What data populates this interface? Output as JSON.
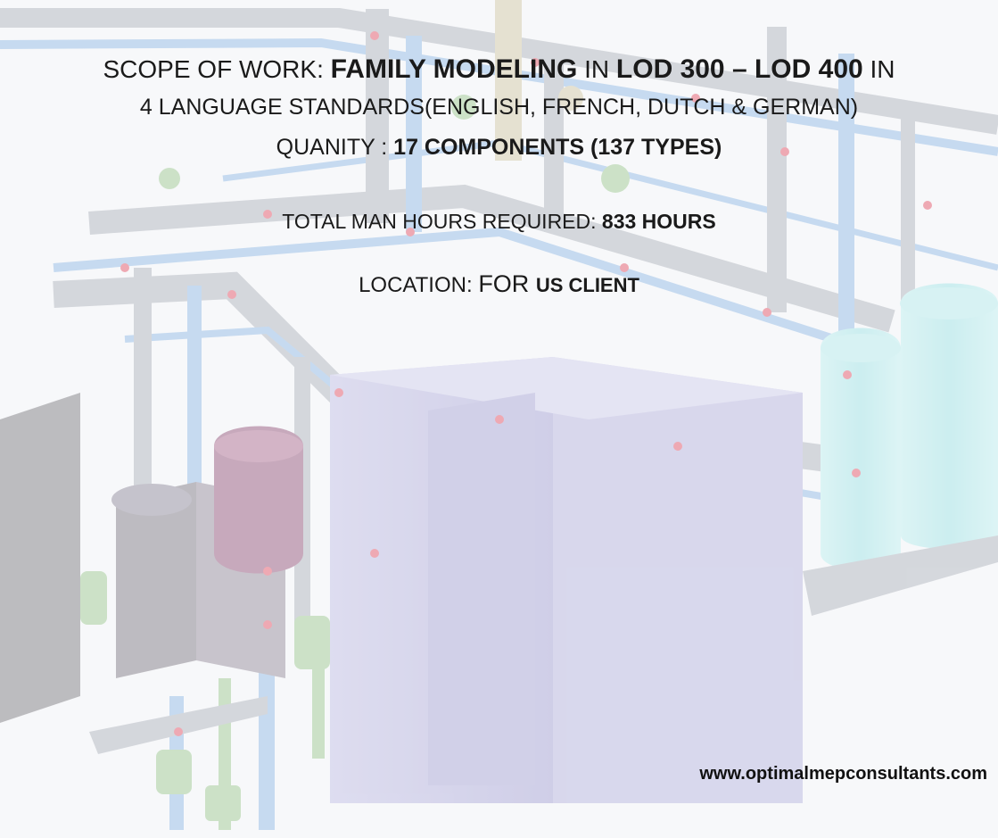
{
  "slide": {
    "line1": {
      "part1": "SCOPE OF WORK: ",
      "part2": "FAMILY MODELING",
      "part3": " IN ",
      "part4": "LOD 300 – LOD 400",
      "part5": " IN"
    },
    "line2": "4 LANGUAGE STANDARDS(ENGLISH, FRENCH, DUTCH & GERMAN)",
    "line3": {
      "label": "QUANITY : ",
      "value": "17 COMPONENTS (137 TYPES)"
    },
    "line4": {
      "label": "TOTAL MAN HOURS REQUIRED: ",
      "value": "833 HOURS"
    },
    "line5": {
      "label": "LOCATION: ",
      "for": "FOR ",
      "value": "US CLIENT"
    },
    "website": "www.optimalmepconsultants.com"
  },
  "colors": {
    "pipe_blue": "#9fc3e8",
    "pipe_grey": "#b9bdc4",
    "tank_purple": "#b7b4dd",
    "cyan_tank": "#a8e9ea",
    "joint_red": "#e86a7a",
    "valve_green": "#a9d09e"
  }
}
